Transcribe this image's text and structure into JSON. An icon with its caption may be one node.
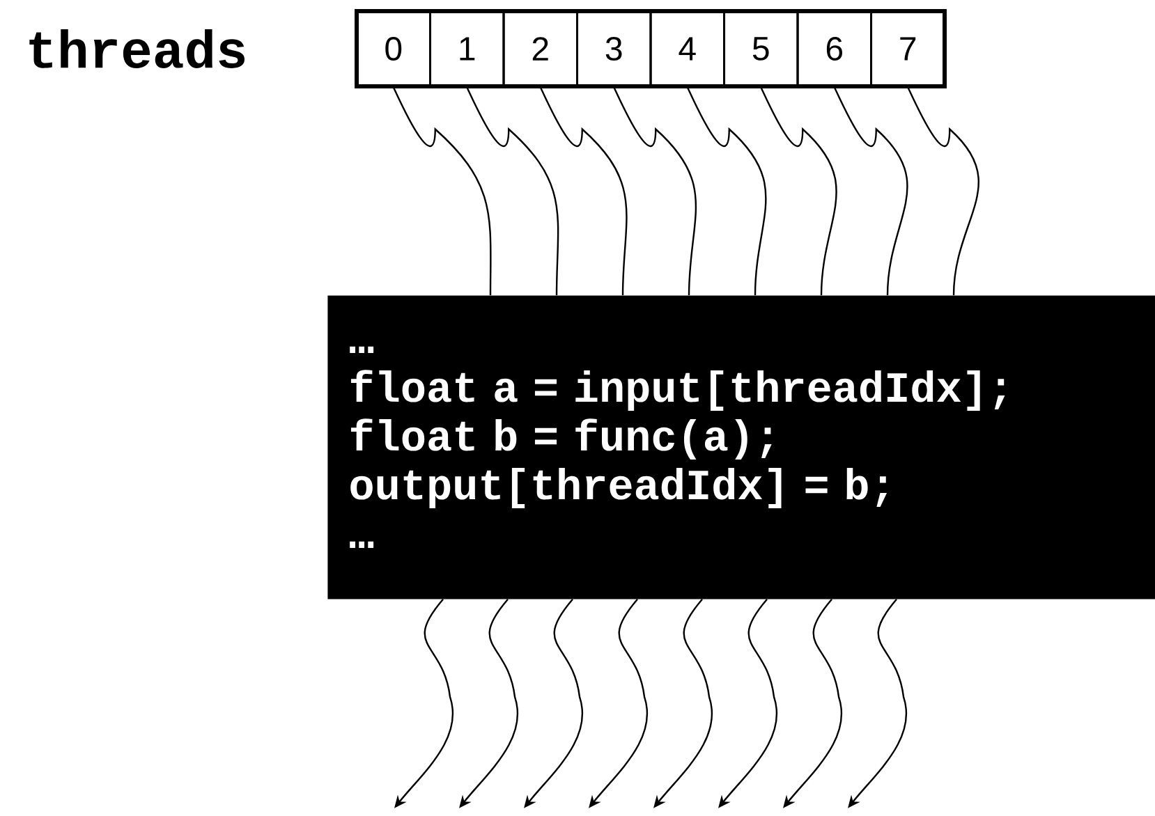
{
  "diagram": {
    "nodes": [
      {
        "text": [
          "0"
        ]
      },
      {
        "text": [
          "1"
        ]
      },
      {
        "text": [
          "2"
        ]
      },
      {
        "text": [
          "3"
        ]
      },
      {
        "text": [
          "4"
        ]
      },
      {
        "text": [
          "5"
        ]
      },
      {
        "text": [
          "6"
        ]
      },
      {
        "text": [
          "7"
        ]
      },
      {
        "text": [
          "…",
          "float a = input[threadIdx];",
          "float b = func(a);",
          "output[threadIdx] = b;",
          "…"
        ]
      }
    ],
    "edges": [
      {
        "from": 0,
        "to": 8,
        "arrow": "none"
      },
      {
        "from": 1,
        "to": 8,
        "arrow": "none"
      },
      {
        "from": 2,
        "to": 8,
        "arrow": "none"
      },
      {
        "from": 3,
        "to": 8,
        "arrow": "none"
      },
      {
        "from": 4,
        "to": 8,
        "arrow": "none"
      },
      {
        "from": 5,
        "to": 8,
        "arrow": "none"
      },
      {
        "from": 6,
        "to": 8,
        "arrow": "none"
      },
      {
        "from": 7,
        "to": 8,
        "arrow": "none"
      },
      {
        "from": 8,
        "to": null,
        "arrow": "to"
      },
      {
        "from": 8,
        "to": null,
        "arrow": "to"
      },
      {
        "from": 8,
        "to": null,
        "arrow": "to"
      },
      {
        "from": 8,
        "to": null,
        "arrow": "to"
      },
      {
        "from": 8,
        "to": null,
        "arrow": "to"
      },
      {
        "from": 8,
        "to": null,
        "arrow": "to"
      },
      {
        "from": 8,
        "to": null,
        "arrow": "to"
      },
      {
        "from": 8,
        "to": null,
        "arrow": "to"
      }
    ],
    "labels": [
      "threads"
    ]
  }
}
